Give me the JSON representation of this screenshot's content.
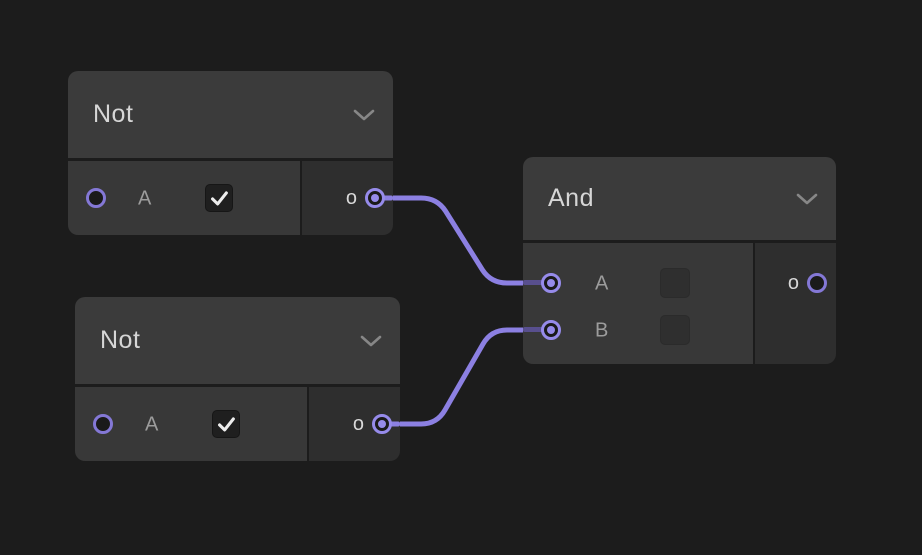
{
  "app": {
    "type": "node-graph-editor",
    "background": "#1c1c1c"
  },
  "palette": {
    "wire": "#8c80e2",
    "wire_muted_inside_node": "#584f8e",
    "port_ring_connected": "#968bea",
    "port_ring_idle": "#8478d6",
    "node_header": "#3b3b3b",
    "node_body": "#383838",
    "node_output_section": "#2e2e2e",
    "title_text": "#d6d6d6",
    "label_text": "#9c9c9c"
  },
  "nodes": [
    {
      "title": "Not",
      "collapse_icon": "chevron-down",
      "inputs": [
        {
          "label": "A",
          "checkbox": "checked"
        }
      ],
      "output": {
        "label": "o",
        "connected": true
      }
    },
    {
      "title": "Not",
      "collapse_icon": "chevron-down",
      "inputs": [
        {
          "label": "A",
          "checkbox": "checked"
        }
      ],
      "output": {
        "label": "o",
        "connected": true
      }
    },
    {
      "title": "And",
      "collapse_icon": "chevron-down",
      "inputs": [
        {
          "label": "A",
          "checkbox": "unchecked"
        },
        {
          "label": "B",
          "checkbox": "unchecked"
        }
      ],
      "output": {
        "label": "o",
        "connected": false
      }
    }
  ],
  "connections": [
    {
      "from": "Not-1 output o",
      "to": "And input A"
    },
    {
      "from": "Not-2 output o",
      "to": "And input B"
    }
  ]
}
